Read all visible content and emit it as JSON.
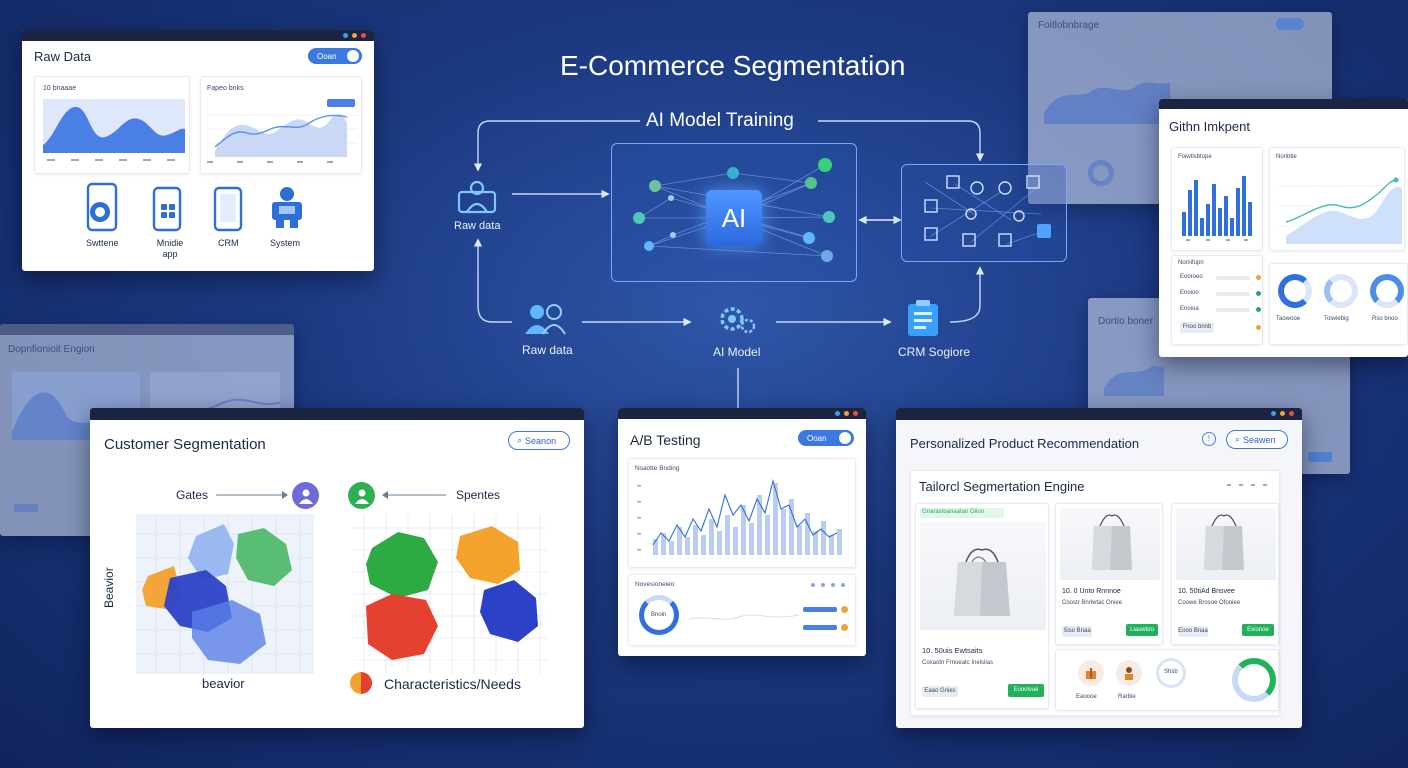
{
  "title": "E-Commerce Segmentation",
  "flow": {
    "top_label": "AI Model Training",
    "ai_badge": "AI",
    "raw_data_top": "Raw data",
    "raw_data_bottom": "Raw data",
    "ai_model": "AI Model",
    "crm": "CRM Sogiore"
  },
  "raw_panel": {
    "title": "Raw Data",
    "toggle_label": "Ooan",
    "chart1_label": "10 bnaaae",
    "chart2_label": "Fapeo bnks",
    "sources": [
      "Swttene",
      "Mnidie app",
      "CRM",
      "System"
    ]
  },
  "bg_left_panel": {
    "title": "Dopnfionioit Engion"
  },
  "bg_right_panel": {
    "title": "Foitlobnbrage"
  },
  "bg_right_panel2": {
    "title": "Dortio boner"
  },
  "insight_panel": {
    "title": "Githn Imkpent",
    "card1_label": "Foiwtlsbtope",
    "card2_label": "Nonbtie",
    "card3_label": "Nomifupn",
    "list": [
      "Eooroeo",
      "Enoioo",
      "Enoioa",
      "Fnoo bnnb"
    ],
    "ring_labels": [
      "Taowooe",
      "Toiwiebig",
      "Rso bnoo"
    ]
  },
  "segmentation_panel": {
    "title": "Customer Segmentation",
    "search_label": "Seanon",
    "left_annotation": "Gates",
    "right_annotation": "Spentes",
    "y_label": "Beavior",
    "x_label": "beavior",
    "right_caption": "Characteristics/Needs"
  },
  "ab_panel": {
    "title": "A/B Testing",
    "toggle_label": "Ooan",
    "chart_label": "Nsaotte Bnding",
    "second_label": "Novesioneieo",
    "donut_label": "Bnoin"
  },
  "reco_panel": {
    "title": "Personalized Product Recommendation",
    "search_label": "Seawen",
    "engine_title": "Tailorcl Segmertation Engine",
    "main_card_badge": "Gnarastoanaatan Oiioo",
    "main_card_title": "10. 50uis Ewtsaits",
    "main_card_sub": "Coxaotn Frnoeatc Inelsilas",
    "main_card_btn1": "Eaao Gnies",
    "main_card_btn2": "Eooolvue",
    "product1_title": "10. 0 Unto Rnnnoe",
    "product1_sub": "Coostr Bnrlwtac Oniee",
    "product1_btn1": "Siso Bnaa",
    "product1_btn2": "Liaswtoo",
    "product2_title": "10. 50tiAd Bnsvee",
    "product2_sub": "Coowe Brosoe Ofoniee",
    "product2_btn1": "Eooo Bnaa",
    "product2_btn2": "Exionoe",
    "bottom_icons": [
      "Eaoooe",
      "Rarbie",
      "Shsb"
    ]
  },
  "colors": {
    "accent": "#3b78e0",
    "green": "#20b15a",
    "background": "#1c3a82"
  }
}
